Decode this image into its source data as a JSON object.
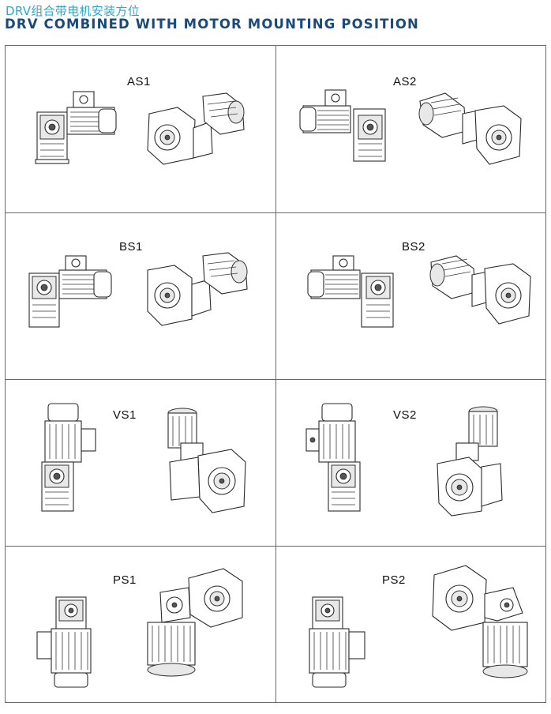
{
  "header": {
    "title_cn": "DRV组合带电机安装方位",
    "title_en": "DRV COMBINED WITH MOTOR MOUNTING POSITION"
  },
  "positions": [
    {
      "label": "AS1"
    },
    {
      "label": "AS2"
    },
    {
      "label": "BS1"
    },
    {
      "label": "BS2"
    },
    {
      "label": "VS1"
    },
    {
      "label": "VS2"
    },
    {
      "label": "PS1"
    },
    {
      "label": "PS2"
    }
  ]
}
